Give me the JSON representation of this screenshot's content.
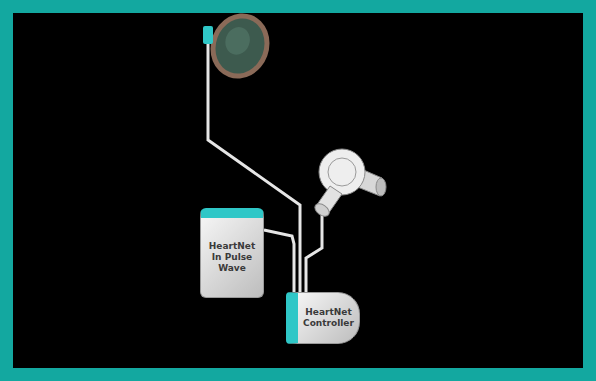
{
  "diagram": {
    "nodes": [
      {
        "text": [
          "HeartNet In Pulse Wave"
        ]
      },
      {
        "text": [
          "HeartNet Controller"
        ]
      }
    ],
    "edges": [
      {
        "from": 0,
        "to": 1,
        "arrow": "none"
      }
    ]
  }
}
